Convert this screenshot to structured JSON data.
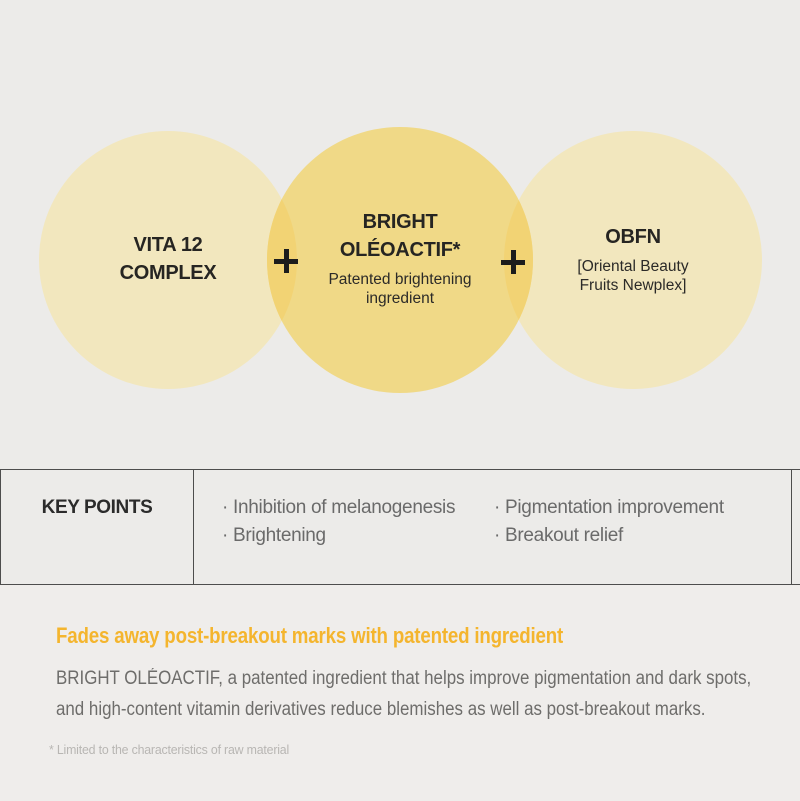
{
  "colors": {
    "page_bg": "#ECEBE9",
    "bottom_bg": "#EFEDEB",
    "circle_pale": "#F2E7BE",
    "circle_accent": "#F0D987",
    "circle_overlap": "#F2D374",
    "heading_gold": "#F4B52E",
    "rule_line": "#4D4D4D"
  },
  "circles": [
    {
      "title_lines": [
        "VITA 12",
        "COMPLEX"
      ]
    },
    {
      "title_lines": [
        "BRIGHT",
        "OLÉOACTIF*"
      ],
      "subtitle_lines": [
        "Patented brightening",
        "ingredient"
      ]
    },
    {
      "title_lines": [
        "OBFN"
      ],
      "subtitle_lines": [
        "[Oriental Beauty",
        "Fruits Newplex]"
      ]
    }
  ],
  "key_points": {
    "title": "KEY POINTS",
    "columns": [
      [
        "· Inhibition of melanogenesis",
        "· Brightening"
      ],
      [
        "· Pigmentation improvement",
        "· Breakout relief"
      ]
    ]
  },
  "bottom": {
    "heading": "Fades away post-breakout marks with patented ingredient",
    "body_lines": [
      "BRIGHT OLÉOACTIF, a patented ingredient that helps improve pigmentation and dark spots,",
      "and high-content vitamin derivatives reduce blemishes as well as post-breakout marks."
    ],
    "footnote": "* Limited to the characteristics of raw material"
  }
}
